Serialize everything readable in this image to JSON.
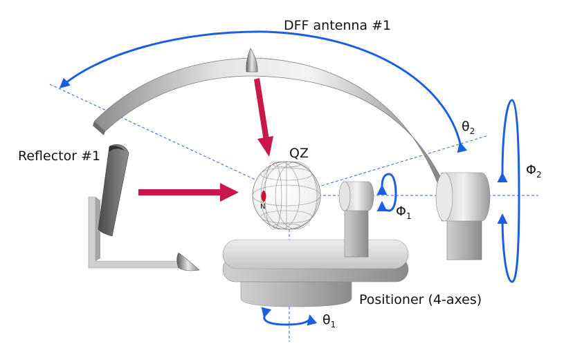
{
  "labels": {
    "antenna": "DFF antenna #1",
    "reflector": "Reflector #1",
    "quiet_zone": "QZ",
    "north_marker": "N",
    "positioner": "Positioner (4-axes)",
    "theta2": "θ",
    "theta2_sub": "2",
    "phi2": "Φ",
    "phi2_sub": "2",
    "phi1": "Φ",
    "phi1_sub": "1",
    "theta1": "θ",
    "theta1_sub": "1"
  },
  "colors": {
    "motion_arrow": "#1a5fe0",
    "beam_arrow": "#c8174a",
    "axis_line": "#2a62d8",
    "metal_light": "#e6e6e6",
    "metal_mid": "#bdbdbd",
    "metal_dark": "#7a7a7a",
    "sphere_grid": "#8a8a8a",
    "marker": "#d0102a"
  },
  "icons": {
    "antenna_probe": "cone-probe-icon",
    "reflector_probe": "cone-feed-icon"
  }
}
